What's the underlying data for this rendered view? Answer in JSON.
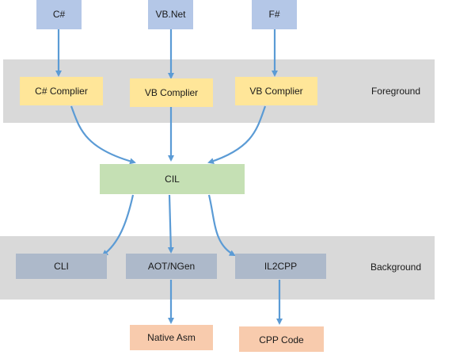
{
  "bands": {
    "foreground": {
      "label": "Foreground",
      "color": "#d9d9d9"
    },
    "background": {
      "label": "Background",
      "color": "#d9d9d9"
    }
  },
  "nodes": {
    "csharp": {
      "label": "C#",
      "color": "#b4c7e7"
    },
    "vbnet": {
      "label": "VB.Net",
      "color": "#b4c7e7"
    },
    "fsharp": {
      "label": "F#",
      "color": "#b4c7e7"
    },
    "csharp_compiler": {
      "label": "C# Complier",
      "color": "#ffe699"
    },
    "vb_compiler_1": {
      "label": "VB Complier",
      "color": "#ffe699"
    },
    "vb_compiler_2": {
      "label": "VB Complier",
      "color": "#ffe699"
    },
    "cil": {
      "label": "CIL",
      "color": "#c5e0b4"
    },
    "cli": {
      "label": "CLI",
      "color": "#adb9ca"
    },
    "aot_ngen": {
      "label": "AOT/NGen",
      "color": "#adb9ca"
    },
    "il2cpp": {
      "label": "IL2CPP",
      "color": "#adb9ca"
    },
    "native_asm": {
      "label": "Native Asm",
      "color": "#f8cbad"
    },
    "cpp_code": {
      "label": "CPP Code",
      "color": "#f8cbad"
    }
  },
  "arrow_color": "#5b9bd5"
}
